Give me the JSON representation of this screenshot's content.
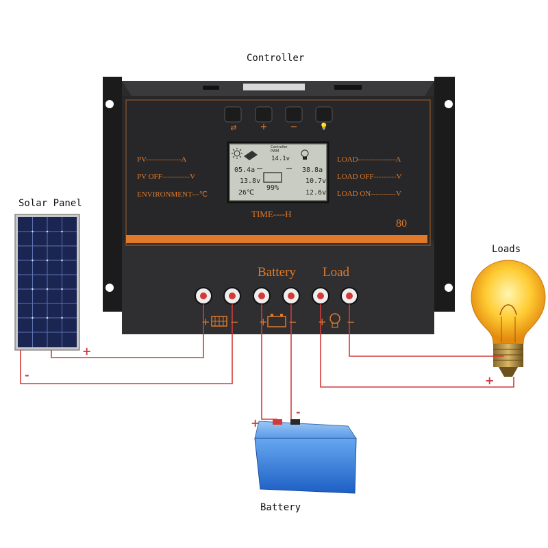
{
  "labels": {
    "controller": "Controller",
    "solar_panel": "Solar Panel",
    "loads": "Loads",
    "battery": "Battery"
  },
  "controller": {
    "left_readouts": [
      "PV--------------A",
      "PV OFF-----------V",
      "ENVIRONMENT---℃"
    ],
    "right_readouts": [
      "LOAD---------------A",
      "LOAD OFF---------V",
      "LOAD ON----------V"
    ],
    "time_label": "TIME----H",
    "model": "80",
    "section_battery": "Battery",
    "section_load": "Load",
    "buttons": [
      "⇄",
      "+",
      "−",
      "💡"
    ],
    "terminal_signs": {
      "pv_plus": "+",
      "pv_minus": "−",
      "bat_plus": "+",
      "bat_minus": "−",
      "load_plus": "+",
      "load_minus": "−"
    },
    "lcd": {
      "header": "Controller PWM",
      "v1": "14.1v",
      "r1": "05.4a",
      "r2": "13.8v",
      "r3": "26℃",
      "mid": "99%",
      "l1": "38.8a",
      "l2": "10.7v",
      "l3": "12.6v"
    }
  },
  "wire_signs": {
    "panel_plus": "+",
    "panel_minus": "-",
    "battery_plus": "+",
    "battery_minus": "-",
    "bulb_plus": "+"
  },
  "colors": {
    "wire": "#d23a3a",
    "controller_body": "#2a2a2c",
    "accent": "#e07a2a",
    "battery_body": "#2c73d6",
    "panel_cell": "#1f2a55"
  }
}
